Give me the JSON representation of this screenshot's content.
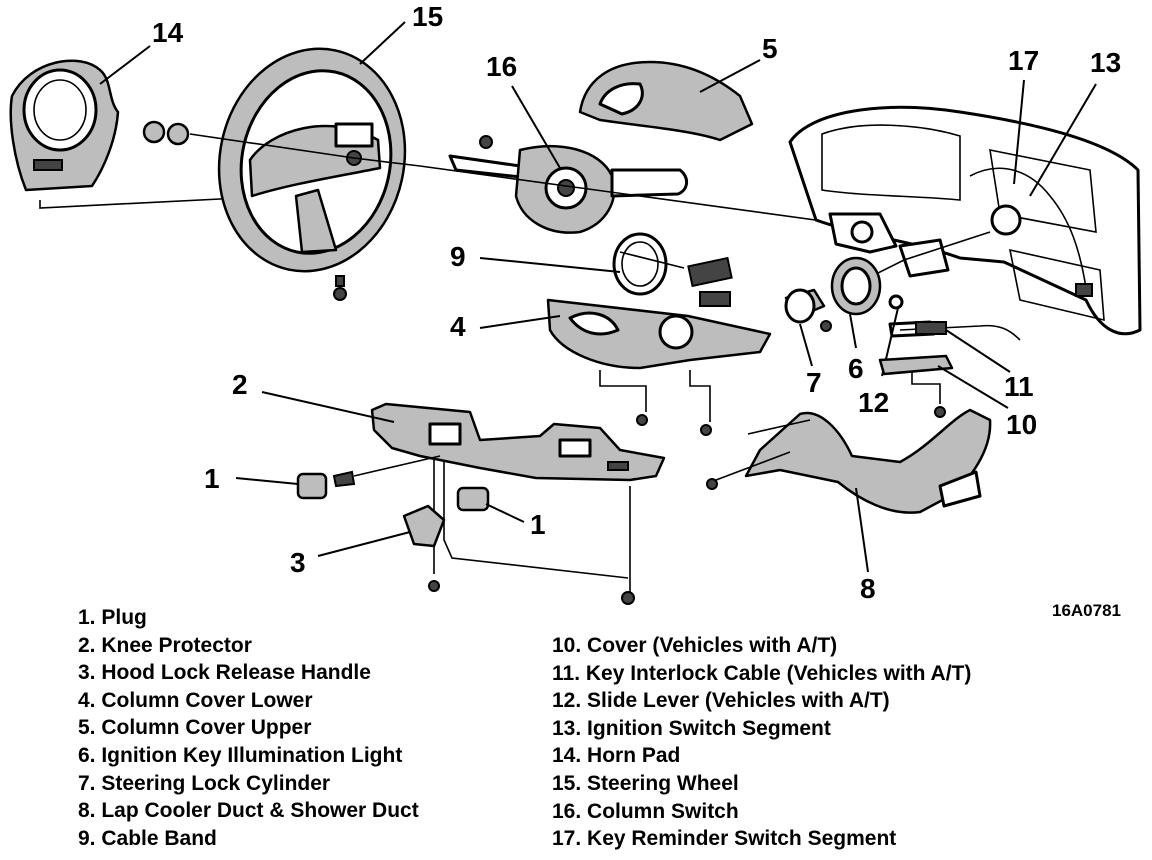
{
  "diagram": {
    "figure_code": "16A0781",
    "callouts": [
      "14",
      "15",
      "16",
      "5",
      "17",
      "13",
      "9",
      "4",
      "2",
      "1",
      "1",
      "3",
      "7",
      "6",
      "11",
      "12",
      "10",
      "8"
    ]
  },
  "legend": {
    "left": [
      "1. Plug",
      "2. Knee Protector",
      "3. Hood Lock Release Handle",
      "4. Column Cover Lower",
      "5. Column Cover Upper",
      "6. Ignition Key Illumination Light",
      "7. Steering Lock Cylinder",
      "8. Lap Cooler Duct & Shower Duct",
      "9. Cable Band"
    ],
    "right": [
      "10. Cover (Vehicles with A/T)",
      "11. Key Interlock Cable (Vehicles with A/T)",
      "12. Slide Lever (Vehicles with A/T)",
      "13. Ignition Switch Segment",
      "14. Horn Pad",
      "15. Steering Wheel",
      "16. Column Switch",
      "17. Key Reminder Switch Segment"
    ]
  }
}
